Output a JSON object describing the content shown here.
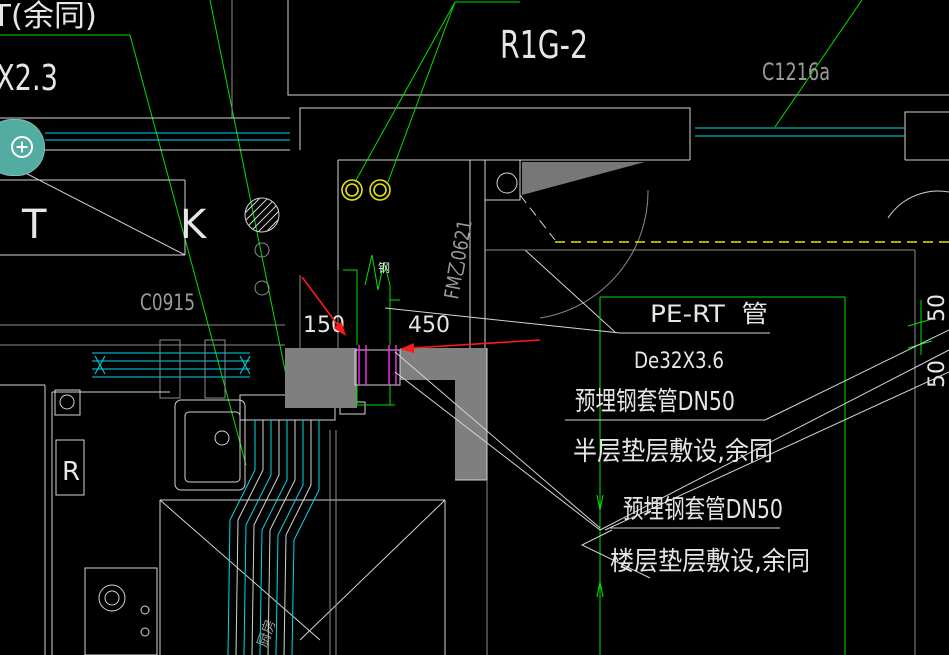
{
  "ui": {
    "zoom_button": {
      "icon": "plus-circle-icon"
    }
  },
  "drawing": {
    "labels": {
      "top_left_note": "T(余同)",
      "dimension_note": "X2.3",
      "room_code": "R1G-2",
      "window_c1216a": "C1216a",
      "window_c0915": "C0915",
      "door_fm": "FM乙0621",
      "letter_t": "T",
      "letter_k": "K",
      "letter_r": "R",
      "dim_150": "150",
      "dim_450": "450",
      "dim_50_upper": "50",
      "dim_50_lower": "50",
      "pipe_material": "PE-RT  管",
      "pipe_size": "De32X3.6",
      "sleeve_note_1": "预埋钢套管DN50",
      "laying_note_1": "半层垫层敷设,余同",
      "sleeve_note_2": "预埋钢套管DN50",
      "laying_note_2": "楼层垫层敷设,余同",
      "break_mark": "钢",
      "room_kitchen": "厨房"
    }
  },
  "colors": {
    "background": "#000000",
    "white": "#d4d4d4",
    "gray": "#8c8c8c",
    "green": "#00e000",
    "cyan": "#00d8e8",
    "yellow": "#e6e600",
    "red": "#ff1a1a",
    "magenta": "#ff30ff",
    "wall_fill": "#7f7f7f",
    "accent": "#52aca2"
  }
}
